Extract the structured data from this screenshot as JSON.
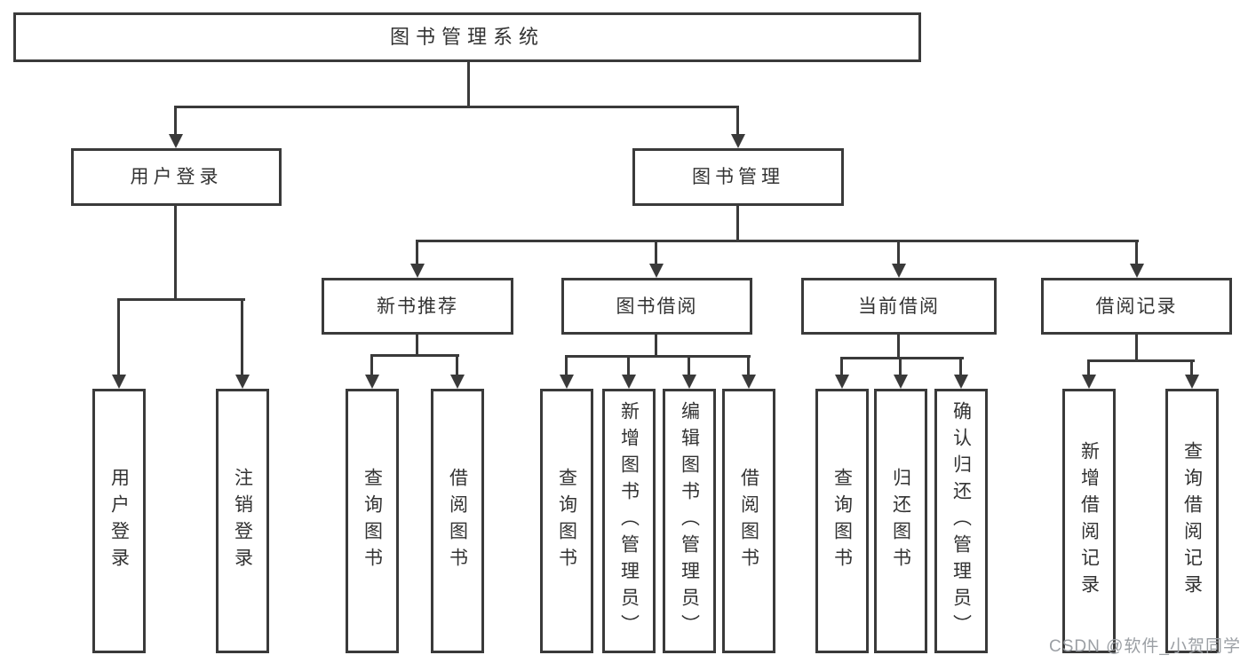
{
  "diagram": {
    "root": {
      "label": "图书管理系统"
    },
    "branches": [
      {
        "label": "用户登录",
        "children": [
          {
            "label": "用户登录"
          },
          {
            "label": "注销登录"
          }
        ]
      },
      {
        "label": "图书管理",
        "children": [
          {
            "label": "新书推荐",
            "children": [
              {
                "label": "查询图书"
              },
              {
                "label": "借阅图书"
              }
            ]
          },
          {
            "label": "图书借阅",
            "children": [
              {
                "label": "查询图书"
              },
              {
                "label": "新增图书（管理员）"
              },
              {
                "label": "编辑图书（管理员）"
              },
              {
                "label": "借阅图书"
              }
            ]
          },
          {
            "label": "当前借阅",
            "children": [
              {
                "label": "查询图书"
              },
              {
                "label": "归还图书"
              },
              {
                "label": "确认归还（管理员）"
              }
            ]
          },
          {
            "label": "借阅记录",
            "children": [
              {
                "label": "新增借阅记录"
              },
              {
                "label": "查询借阅记录"
              }
            ]
          }
        ]
      }
    ],
    "watermark": "CSDN @软件_小贺同学",
    "colors": {
      "line": "#3a3a3a",
      "text": "#333333",
      "background": "#ffffff",
      "watermark": "#9b9fa4"
    }
  }
}
